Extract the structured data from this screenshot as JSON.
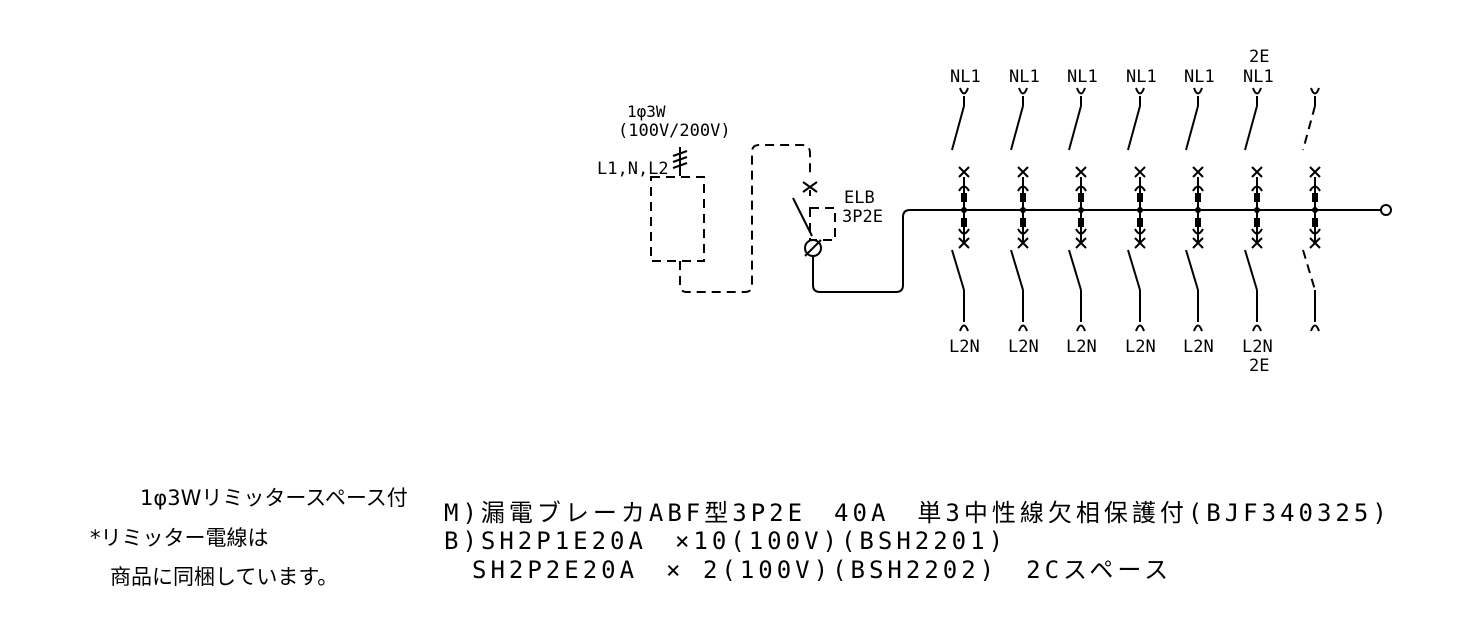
{
  "supply": {
    "phase": "1φ3W",
    "voltage": "(100V/200V)",
    "lines": "L1,N,L2"
  },
  "main_breaker": {
    "name": "ELB",
    "poles": "3P2E"
  },
  "branches": [
    {
      "top": "NL1",
      "bottom": "L2N",
      "top_extra": "",
      "bottom_extra": "",
      "spare": false
    },
    {
      "top": "NL1",
      "bottom": "L2N",
      "top_extra": "",
      "bottom_extra": "",
      "spare": false
    },
    {
      "top": "NL1",
      "bottom": "L2N",
      "top_extra": "",
      "bottom_extra": "",
      "spare": false
    },
    {
      "top": "NL1",
      "bottom": "L2N",
      "top_extra": "",
      "bottom_extra": "",
      "spare": false
    },
    {
      "top": "NL1",
      "bottom": "L2N",
      "top_extra": "",
      "bottom_extra": "",
      "spare": false
    },
    {
      "top": "NL1",
      "bottom": "L2N",
      "top_extra": "2E",
      "bottom_extra": "2E",
      "spare": false
    },
    {
      "top": "",
      "bottom": "",
      "top_extra": "",
      "bottom_extra": "",
      "spare": true
    }
  ],
  "notes": {
    "line1": "1φ3Wリミッタースペース付",
    "line2": "*リミッター電線は",
    "line3": "商品に同梱しています。"
  },
  "specs": {
    "m_line": "M)漏電ブレーカABF型3P2E　40A　単3中性線欠相保護付(BJF340325)",
    "b_line1": "B)SH2P1E20A　×10(100V)(BSH2201)",
    "b_line2": "　SH2P2E20A　× 2(100V)(BSH2202)　2Cスペース"
  }
}
